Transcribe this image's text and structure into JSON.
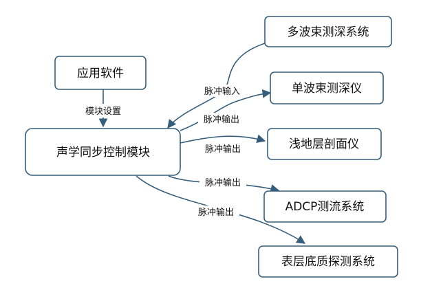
{
  "nodes": {
    "app": "应用软件",
    "control": "声学同步控制模块",
    "multibeam": "多波束测深系统",
    "singlebeam": "单波束测深仪",
    "profiler": "浅地层剖面仪",
    "adcp": "ADCP测流系统",
    "sediment": "表层底质探测系统"
  },
  "edges": {
    "app_to_control": "模块设置",
    "multibeam_to_control": "脉冲输入",
    "control_to_singlebeam": "脉冲输出",
    "control_to_profiler": "脉冲输出",
    "control_to_adcp": "脉冲输出",
    "control_to_sediment": "脉冲输出"
  },
  "colors": {
    "stroke": "#355e7c",
    "text": "#111111",
    "background": "#ffffff"
  }
}
